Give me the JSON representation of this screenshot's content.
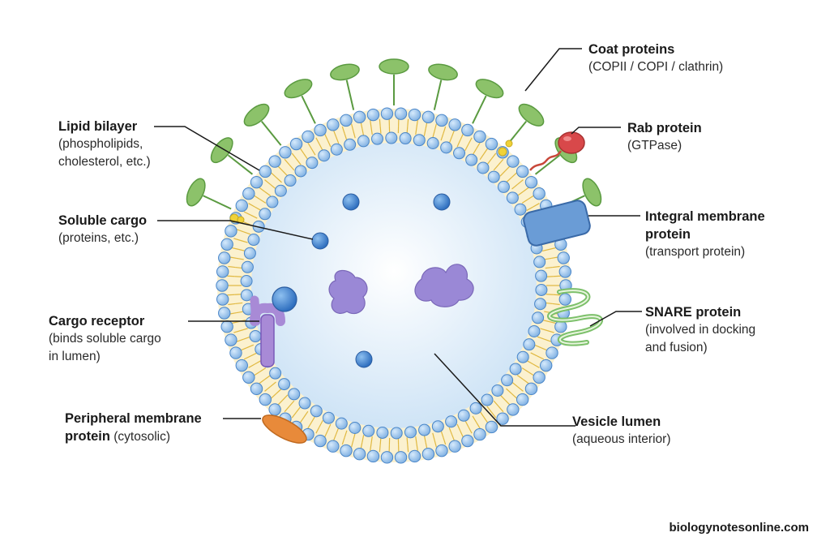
{
  "labels": {
    "coat": {
      "title": "Coat proteins",
      "desc": "(COPII / COPI / clathrin)"
    },
    "rab": {
      "title": "Rab protein",
      "desc": "(GTPase)"
    },
    "integral": {
      "title_line1": "Integral membrane",
      "title_line2": "protein",
      "desc": "(transport protein)"
    },
    "snare": {
      "title": "SNARE protein",
      "desc_line1": "(involved in docking",
      "desc_line2": "and fusion)"
    },
    "lumen": {
      "title": "Vesicle lumen",
      "desc": "(aqueous interior)"
    },
    "lipid": {
      "title": "Lipid bilayer",
      "desc_line1": "(phospholipids,",
      "desc_line2": "cholesterol, etc.)"
    },
    "soluble": {
      "title": "Soluble cargo",
      "desc": "(proteins, etc.)"
    },
    "receptor": {
      "title": "Cargo receptor",
      "desc_line1": "(binds soluble cargo",
      "desc_line2": "in lumen)"
    },
    "peripheral": {
      "title_line1": "Peripheral membrane",
      "title_line2": "protein",
      "desc": "(cytosolic)"
    }
  },
  "brand": "biologynotesonline.com",
  "colors": {
    "head": "#8fbde8",
    "head_stroke": "#4a86c8",
    "tail": "#e8c860",
    "lumen": "#d8ebfa",
    "coat": "#8cc26a",
    "rab": "#d8484a",
    "integral": "#6a9cd6",
    "snare": "#7cc06a",
    "cargo": "#9a88d6",
    "peripheral": "#e88a3a",
    "receptor": "#a88ad6",
    "blue_cargo": "#3f7fc8"
  }
}
